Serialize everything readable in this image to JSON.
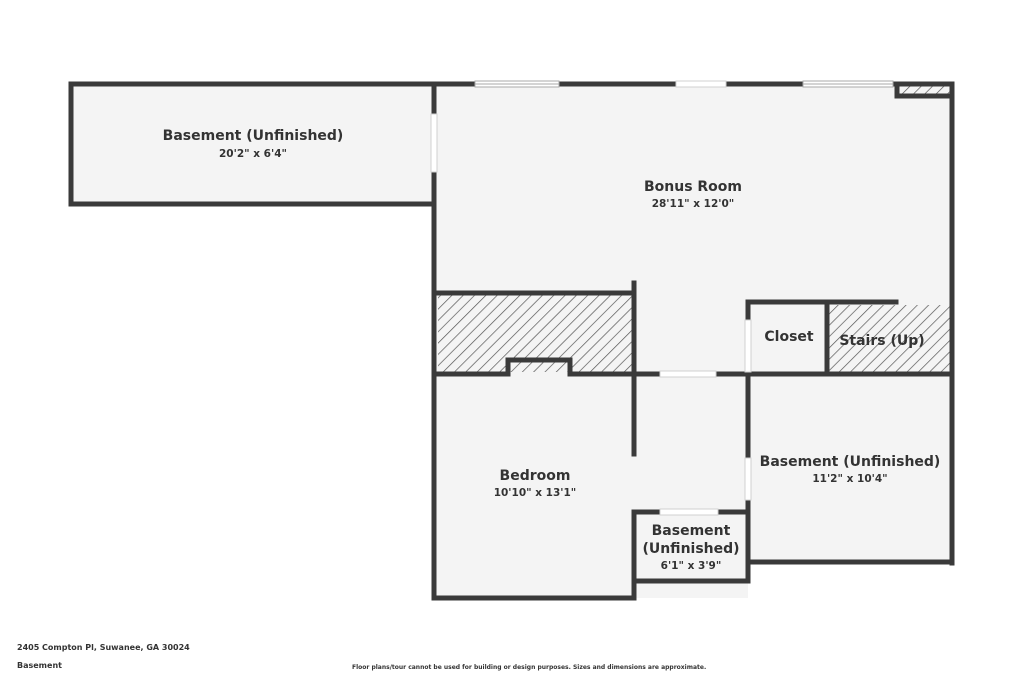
{
  "rooms": {
    "basement_top_left": {
      "name": "Basement (Unfinished)",
      "dims": "20'2\" x 6'4\""
    },
    "bonus_room": {
      "name": "Bonus Room",
      "dims": "28'11\" x 12'0\""
    },
    "closet": {
      "name": "Closet"
    },
    "stairs": {
      "name": "Stairs (Up)"
    },
    "bedroom": {
      "name": "Bedroom",
      "dims": "10'10\" x 13'1\""
    },
    "basement_right": {
      "name": "Basement (Unfinished)",
      "dims": "11'2\" x 10'4\""
    },
    "basement_small": {
      "name_line1": "Basement",
      "name_line2": "(Unfinished)",
      "dims": "6'1\" x 3'9\""
    }
  },
  "footer": {
    "address": "2405 Compton Pl, Suwanee, GA 30024",
    "level": "Basement",
    "disclaimer": "Floor plans/tour cannot be used for building or design purposes. Sizes and dimensions are approximate."
  },
  "colors": {
    "wall": "#3a3a3a",
    "floor": "#f4f4f4",
    "hatch": "#555555",
    "window": "#d8d8d8",
    "background": "#ffffff"
  }
}
